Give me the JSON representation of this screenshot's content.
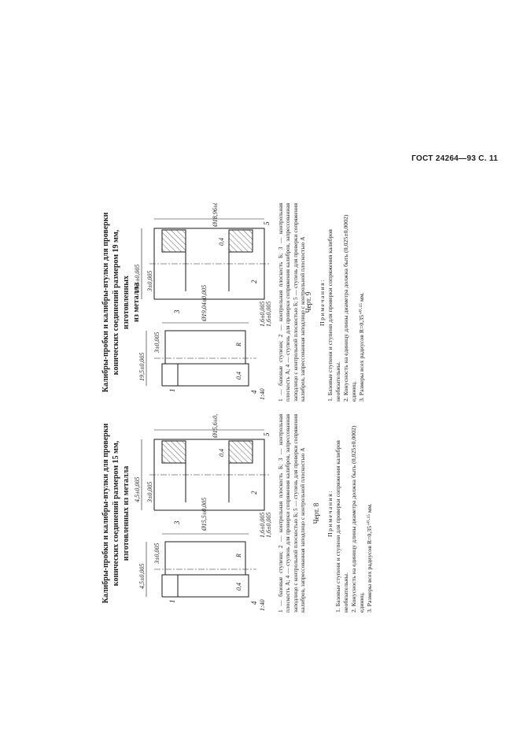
{
  "header": "ГОСТ 24264—93 С. 11",
  "left": {
    "title": [
      "Калибры-пробки и калибры-втулки для проверки",
      "конических соединений размером 15 мм,",
      "изготовленных из металла"
    ],
    "dims": {
      "d1": "4,5±0,005",
      "d2": "3±0,005",
      "d3": "1,6±0,005",
      "d4": "1,6±0,005",
      "d5": "4,5±0,005",
      "d6": "3±0,005",
      "cone": "1:40",
      "dia_plug": "Ø15,5±0,005",
      "dia_sleeve": "Ø15,6±0,005",
      "r": "R",
      "r2": "0,4"
    },
    "callouts": [
      "1",
      "2",
      "3",
      "4",
      "5"
    ],
    "legend": "1 — базовые ступени; 2 — контрольная плоскость Б; 3 — контрольная плоскость А; 4 — ступень для проверки сопряжения калибров, запрессованная заподлицо с контрольной плоскостью Б; 5 — ступень для проверки сопряжения калибров, запрессованная заподлицо с контрольной плоскостью А",
    "chert": "Черт. 8",
    "notes_title": "Примечания:",
    "notes": [
      "1. Базовые ступени и ступени для проверки сопряжения калибров необязательны.",
      "2. Конусность на единицу длины диаметра должна быть (0,025±0,0002) единиц.",
      "3. Размеры всех радиусов R=0,35⁺⁰·¹⁵ мм."
    ]
  },
  "right": {
    "title": [
      "Калибры-пробки и калибры-втулки для проверки",
      "конических соединений размером 19 мм, изготовленных",
      "из металла"
    ],
    "dims": {
      "d1": "19,5±0,005",
      "d2": "3±0,005",
      "d3": "1,6±0,005",
      "d4": "1,6±0,005",
      "d5": "19,5±0,005",
      "d6": "3±0,005",
      "cone": "1:40",
      "dia_plug": "Ø19,04±0,005",
      "dia_sleeve": "Ø18,96±0,005",
      "r": "R",
      "r2": "0,4"
    },
    "callouts": [
      "1",
      "2",
      "3",
      "4",
      "5"
    ],
    "legend": "1 — базовые ступени; 2 — контрольная плоскость Б; 3 — контрольная плоскость А; 4 — ступень для проверки сопряжения калибров, запрессованная заподлицо с контрольной плоскостью Б; 5 — ступень для проверки сопряжения калибров, запрессованная заподлицо с контрольной плоскостью А",
    "chert": "Черт. 9",
    "notes_title": "Примечания:",
    "notes": [
      "1. Базовые ступени и ступени для проверки сопряжения калибров необязательны.",
      "2. Конусность на единицу длины диаметра должна быть (0,025±0,0002) единиц.",
      "3. Размеры всех радиусов R=0,35⁺⁰·¹⁵ мм."
    ]
  }
}
